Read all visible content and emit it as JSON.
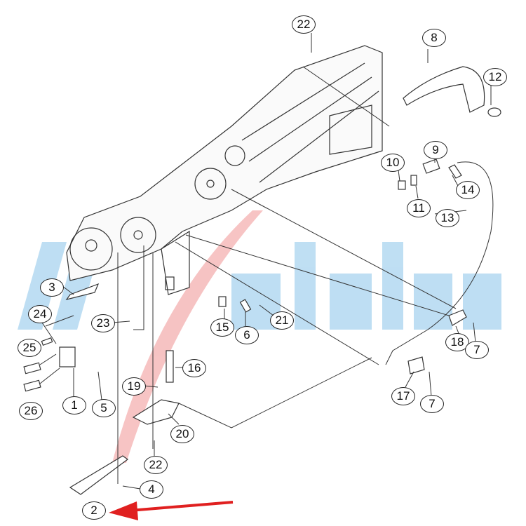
{
  "diagram": {
    "title": "Feeder exploded parts diagram",
    "callouts": [
      "22",
      "8",
      "12",
      "9",
      "10",
      "11",
      "14",
      "13",
      "3",
      "24",
      "23",
      "15",
      "6",
      "21",
      "18",
      "7",
      "25",
      "1",
      "5",
      "26",
      "16",
      "19",
      "20",
      "17",
      "7",
      "22",
      "4",
      "2"
    ],
    "highlight_part": "2",
    "colors": {
      "arrow": "#e02020",
      "watermark_blue": "#a9d4ef",
      "watermark_red": "#f4b0b0",
      "line": "#333333"
    }
  }
}
